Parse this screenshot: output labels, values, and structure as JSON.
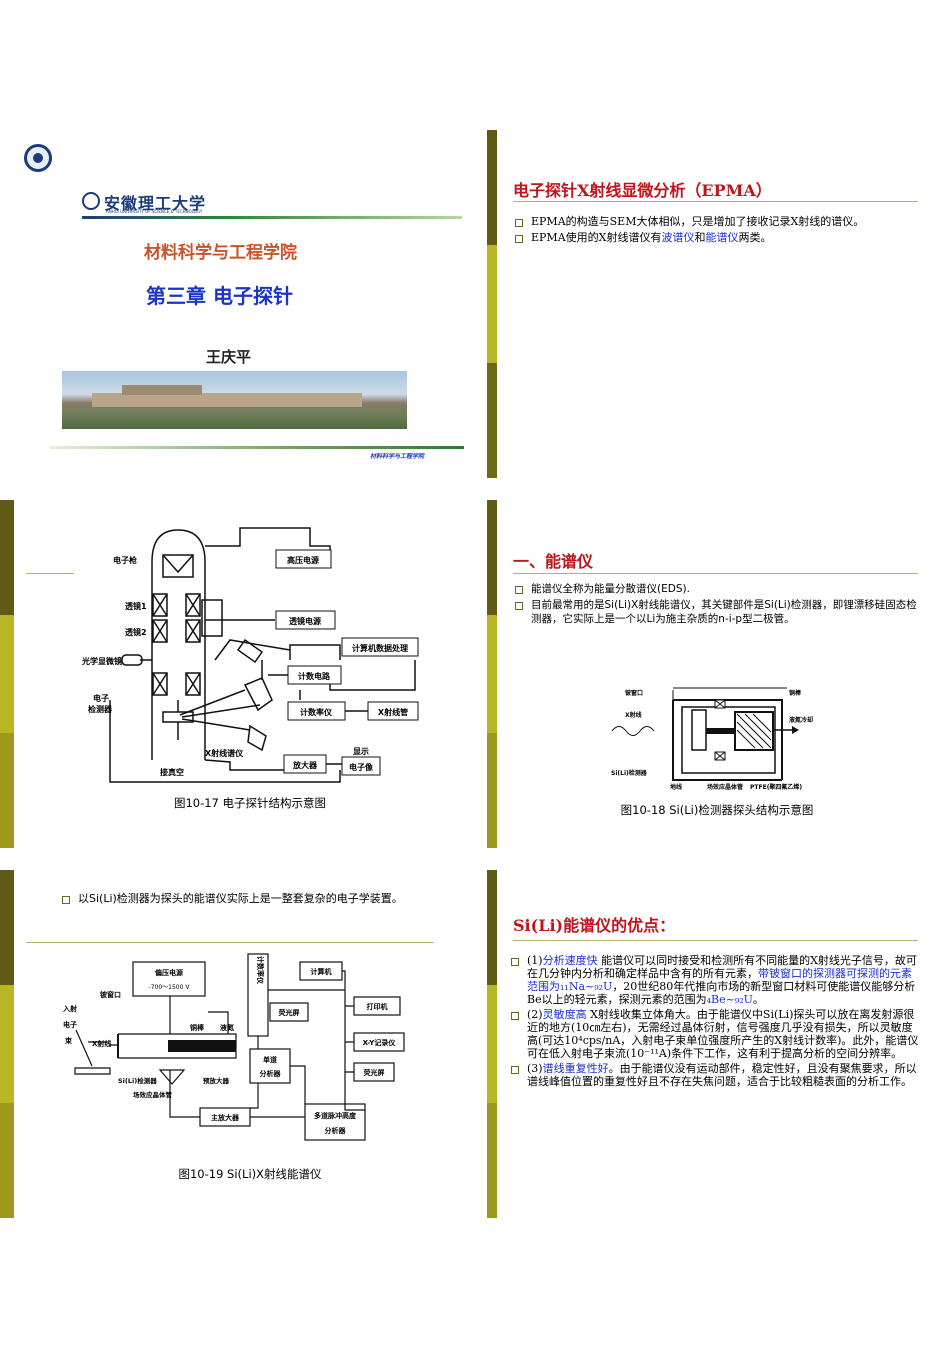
{
  "slide1": {
    "university": "安徽理工大学",
    "university_en": "ANHUI UNIVERSITY OF SCIENCE & TECHNOLOGY",
    "school": "材料科学与工程学院",
    "chapter": "第三章  电子探针",
    "author": "王庆平",
    "footer": "材料科学与工程学院"
  },
  "slide2": {
    "title": "电子探针X射线显微分析（EPMA）",
    "bullets": [
      {
        "parts": [
          {
            "t": "EPMA的构造与SEM大体相似，只是增加了接收记录X射线的谱仪。"
          }
        ]
      },
      {
        "parts": [
          {
            "t": "EPMA使用的X射线谱仪有"
          },
          {
            "t": "波谱仪",
            "blue": true
          },
          {
            "t": "和"
          },
          {
            "t": "能谱仪",
            "blue": true
          },
          {
            "t": "两类。"
          }
        ]
      }
    ]
  },
  "slide3": {
    "caption": "图10-17  电子探针结构示意图",
    "labels": {
      "gun": "电子枪",
      "hv": "高压电源",
      "lens1": "透镜1",
      "lens2": "透镜2",
      "lens_power": "透镜电源",
      "optical": "光学显微镜",
      "computer": "计算机数据处理",
      "count": "计数电路",
      "detector_l1": "电子",
      "detector_l2": "检测器",
      "rate": "计数率仪",
      "xtube": "X射线管",
      "spectro": "X射线谱仪",
      "amp": "放大器",
      "display_l1": "显示",
      "display_l2": "电子像",
      "vacuum": "接真空"
    }
  },
  "slide4": {
    "title": "一、能谱仪",
    "bullets": [
      {
        "parts": [
          {
            "t": "能谱仪全称为能量分散谱仪(EDS)."
          }
        ]
      },
      {
        "parts": [
          {
            "t": "目前最常用的是Si(Li)X射线能谱仪，其关键部件是Si(Li)检测器，即锂漂移硅固态检测器，它实际上是一个以Li为施主杂质的n-i-p型二极管。"
          }
        ]
      }
    ],
    "caption": "图10-18  Si(Li)检测器探头结构示意图",
    "labels": {
      "be": "铍窗口",
      "xray": "X射线",
      "copper": "铜棒",
      "ln": "液氮冷却",
      "det": "Si(Li)检测器",
      "ground": "地线",
      "fet": "场效应晶体管",
      "ptfe": "PTFE(聚四氟乙烯)"
    }
  },
  "slide5": {
    "bullet": "以Si(Li)检测器为探头的能谱仪实际上是一整套复杂的电子学装置。",
    "caption": "图10-19  Si(Li)X射线能谱仪",
    "labels": {
      "hv_l1": "偏压电源",
      "hv_l2": "-700～1500 V",
      "counter": "计数率仪",
      "computer": "计算机",
      "be": "铍窗口",
      "incident_1": "入射",
      "incident_2": "电子",
      "incident_3": "束",
      "xray": "X射线",
      "copper": "铜棒",
      "ln": "液氮",
      "screen": "荧光屏",
      "printer": "打印机",
      "xy": "X-Y记录仪",
      "analyzer_l1": "单道",
      "analyzer_l2": "分析器",
      "screen2": "荧光屏",
      "det": "Si(Li)检测器",
      "fet": "场效应晶体管",
      "preamp": "预放大器",
      "mainamp": "主放大器",
      "mca_l1": "多道脉冲高度",
      "mca_l2": "分析器"
    }
  },
  "slide6": {
    "title": "Si(Li)能谱仪的优点：",
    "bullets": [
      {
        "parts": [
          {
            "t": "(1)"
          },
          {
            "t": "分析速度快",
            "blue": true
          },
          {
            "t": "   能谱仪可以同时接受和检测所有不同能量的X射线光子信号，故可在几分钟内分析和确定样品中含有的所有元素，"
          },
          {
            "t": "带铍窗口的探测器可探测的元素范围为₁₁Na~₉₂U",
            "blue": true
          },
          {
            "t": "，20世纪80年代推向市场的新型窗口材料可使能谱仪能够分析Be以上的轻元素，探测元素的范围为"
          },
          {
            "t": "₄Be~₉₂U",
            "blue": true
          },
          {
            "t": "。"
          }
        ]
      },
      {
        "parts": [
          {
            "t": "(2)"
          },
          {
            "t": "灵敏度高",
            "blue": true
          },
          {
            "t": "    X射线收集立体角大。由于能谱仪中Si(Li)探头可以放在离发射源很近的地方(10㎝左右)，无需经过晶体衍射，信号强度几乎没有损失，所以灵敏度高(可达10⁴cps/nA，入射电子束单位强度所产生的X射线计数率)。此外，能谱仪可在低入射电子束流(10⁻¹¹A)条件下工作，这有利于提高分析的空间分辨率。"
          }
        ]
      },
      {
        "parts": [
          {
            "t": "(3)"
          },
          {
            "t": "谱线重复性好",
            "blue": true
          },
          {
            "t": "。由于能谱仪没有运动部件，稳定性好，且没有聚焦要求，所以谱线峰值位置的重复性好且不存在失焦问题，适合于比较粗糙表面的分析工作。"
          }
        ]
      }
    ]
  }
}
